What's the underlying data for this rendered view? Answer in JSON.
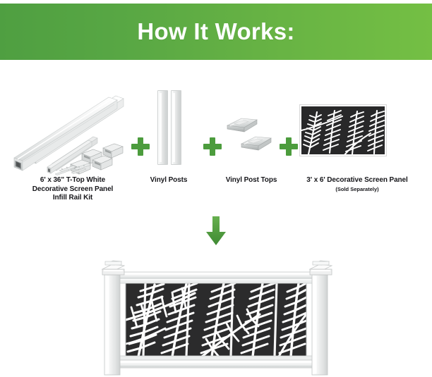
{
  "header": {
    "title": "How It Works:",
    "gradient_from": "#4f9f41",
    "gradient_to": "#74bf44"
  },
  "theme": {
    "accent_green": "#4c9c3d",
    "panel_dark": "#282829",
    "vinyl_white": "#ffffff",
    "background": "#ffffff"
  },
  "components": [
    {
      "id": "infill-rail-kit",
      "label_lines": [
        "6' x 36\" T-Top White",
        "Decorative Screen Panel",
        "Infill Rail Kit"
      ],
      "sublabel": "",
      "icon": "rail-kit-image"
    },
    {
      "id": "vinyl-posts",
      "label_lines": [
        "Vinyl Posts"
      ],
      "sublabel": "",
      "icon": "vinyl-posts-image"
    },
    {
      "id": "vinyl-post-tops",
      "label_lines": [
        "Vinyl Post Tops"
      ],
      "sublabel": "",
      "icon": "vinyl-post-tops-image"
    },
    {
      "id": "decorative-screen-panel",
      "label_lines": [
        "3' x 6' Decorative Screen Panel"
      ],
      "sublabel": "(Sold Separately)",
      "icon": "decorative-screen-panel-image"
    }
  ],
  "operators": [
    {
      "symbol": "+",
      "name": "plus-sign-1"
    },
    {
      "symbol": "+",
      "name": "plus-sign-2"
    },
    {
      "symbol": "+",
      "name": "plus-sign-3"
    }
  ],
  "flow": {
    "arrow_direction": "down",
    "arrow_color": "#4c9c3d"
  },
  "result": {
    "name": "assembled-railing-with-decorative-screen-panel"
  }
}
